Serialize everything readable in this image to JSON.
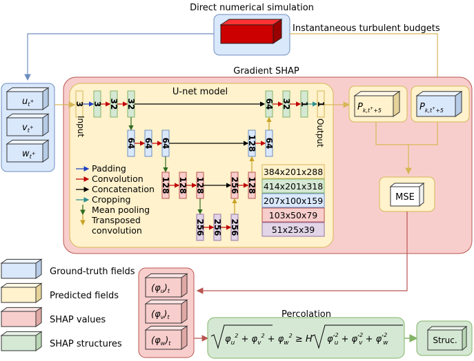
{
  "colors": {
    "blue_fill": "#dae8fc",
    "blue_stroke": "#6c8ebf",
    "yellow_fill": "#fff2cc",
    "yellow_stroke": "#d6b656",
    "red_fill": "#f8cecc",
    "red_stroke": "#b85450",
    "green_fill": "#d5e8d4",
    "green_stroke": "#82b366",
    "purple_fill": "#e1d5e7",
    "purple_stroke": "#9673a6",
    "cube_red": "#cc0000"
  },
  "dns": {
    "label": "Direct numerical simulation",
    "budget_label": "Instantaneous turbulent budgets"
  },
  "shap": {
    "label": "Gradient SHAP"
  },
  "unet": {
    "label": "U-net model",
    "input_label": "Input",
    "output_label": "Output",
    "input_channels": "3",
    "enc1": [
      "32",
      "32"
    ],
    "enc2": [
      "64",
      "64",
      "64"
    ],
    "enc3": [
      "128",
      "128",
      "128"
    ],
    "bottleneck": [
      "256",
      "256",
      "256"
    ],
    "dec3": [
      "256",
      "128"
    ],
    "dec2": [
      "128",
      "64"
    ],
    "dec1": [
      "64",
      "32",
      "1"
    ],
    "output_channels": "1"
  },
  "legend_ops": [
    {
      "label": "Padding",
      "color": "#1f3fbf"
    },
    {
      "label": "Convolution",
      "color": "#c00000"
    },
    {
      "label": "Concatenation",
      "color": "#000000"
    },
    {
      "label": "Cropping",
      "color": "#2a8f8f"
    },
    {
      "label": "Mean pooling",
      "color": "#2f6b1f"
    },
    {
      "label": "Transposed",
      "label2": "convolution",
      "color": "#c9a227"
    }
  ],
  "resolutions": [
    "384x201x288",
    "414x201x318",
    "207x100x159",
    "103x50x79",
    "51x25x39"
  ],
  "inputs": [
    "u",
    "v",
    "w"
  ],
  "predictions": [
    "P_{k,t+5}",
    "P_{k,t+5}"
  ],
  "mse": {
    "label": "MSE"
  },
  "shap_values": [
    "(φu)t",
    "(φv)t",
    "(φw)t"
  ],
  "percolation": {
    "label": "Percolation"
  },
  "structures": {
    "label": "Struc."
  },
  "legend_fields": [
    "Ground-truth fields",
    "Predicted fields",
    "SHAP values",
    "SHAP structures"
  ]
}
